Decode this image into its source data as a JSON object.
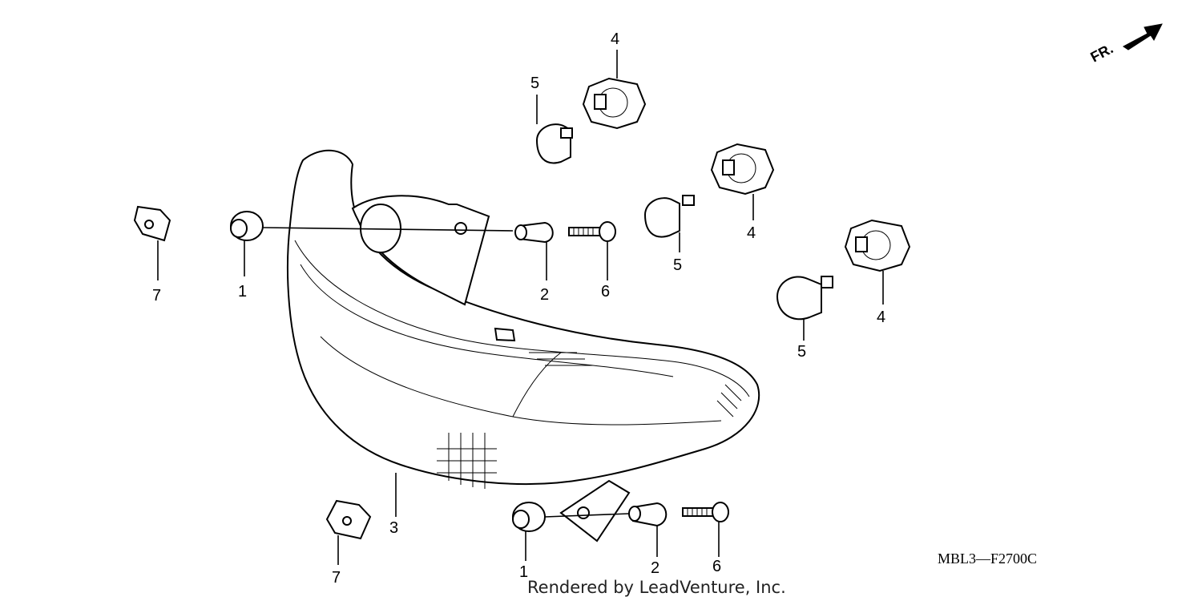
{
  "diagram": {
    "callouts": [
      "1",
      "1",
      "2",
      "2",
      "3",
      "4",
      "4",
      "4",
      "5",
      "5",
      "5",
      "6",
      "6",
      "7",
      "7"
    ],
    "direction_label": "FR.",
    "diagram_code": "MBL3—F2700C",
    "credit": "Rendered by LeadVenture, Inc."
  }
}
